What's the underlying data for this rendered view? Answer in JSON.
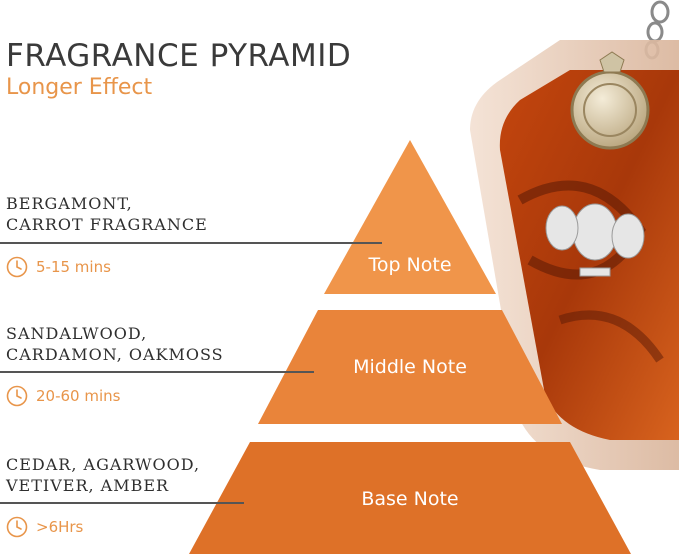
{
  "header": {
    "title": "FRAGRANCE PYRAMID",
    "subtitle": "Longer Effect"
  },
  "tiers": [
    {
      "label": "Top Note",
      "ingredients": [
        "BERGAMONT,",
        "CARROT FRAGRANCE"
      ],
      "duration": "5-15 mins",
      "color": "#f0954a"
    },
    {
      "label": "Middle Note",
      "ingredients": [
        "SANDALWOOD,",
        "CARDAMON, OAKMOSS"
      ],
      "duration": "20-60 mins",
      "color": "#e9843a"
    },
    {
      "label": "Base Note",
      "ingredients": [
        "CEDAR, AGARWOOD,",
        "VETIVER, AMBER"
      ],
      "duration": ">6Hrs",
      "color": "#de7128"
    }
  ],
  "colors": {
    "accent": "#e8954a",
    "text": "#3a3a3a"
  },
  "icons": {
    "duration": "clock-icon",
    "image": "perfume-bottle"
  }
}
